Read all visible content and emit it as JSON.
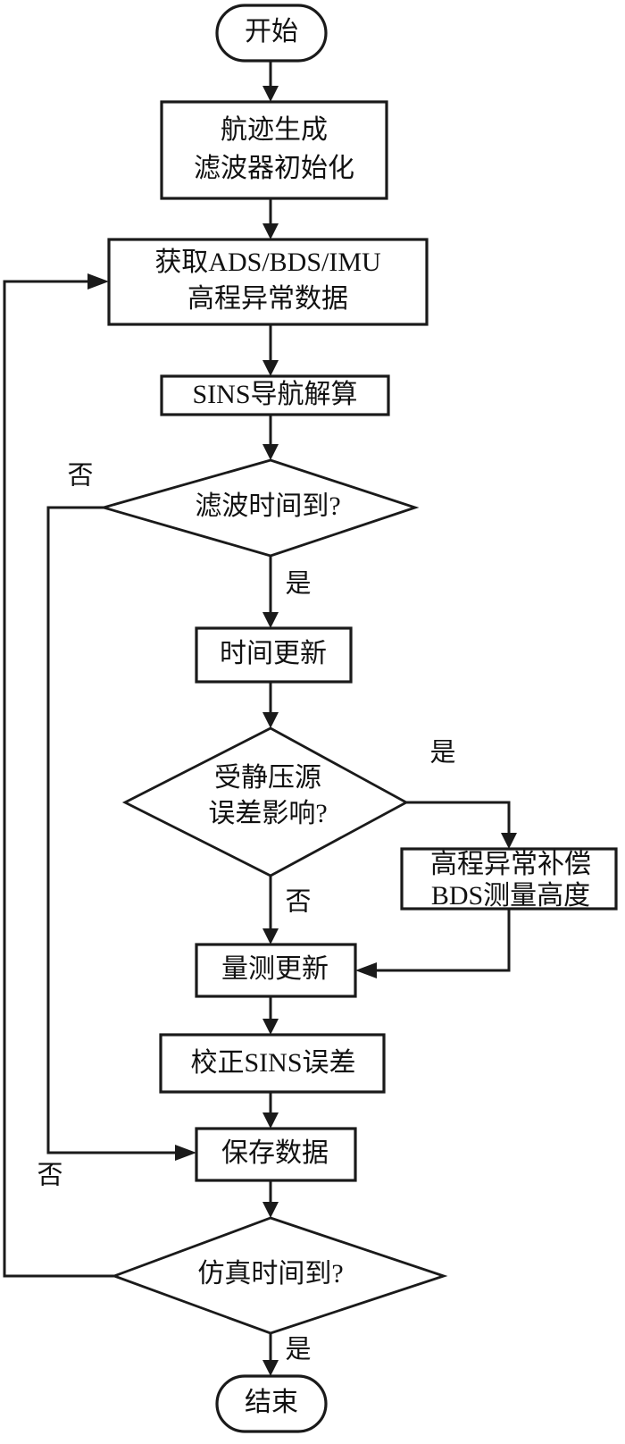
{
  "diagram": {
    "type": "flowchart",
    "orientation": "top-to-bottom",
    "language": "zh-CN",
    "colors": {
      "background": "#ffffff",
      "stroke": "#1a1a1a",
      "text": "#111111",
      "fill": "#ffffff"
    },
    "nodes": [
      {
        "id": "start",
        "shape": "terminator",
        "label": "开始"
      },
      {
        "id": "init",
        "shape": "process",
        "label_line1": "航迹生成",
        "label_line2": "滤波器初始化"
      },
      {
        "id": "acquire",
        "shape": "process",
        "label_line1": "获取ADS/BDS/IMU",
        "label_line2": "高程异常数据"
      },
      {
        "id": "sins",
        "shape": "process",
        "label": "SINS导航解算"
      },
      {
        "id": "filter_time",
        "shape": "decision",
        "label": "滤波时间到?"
      },
      {
        "id": "time_update",
        "shape": "process",
        "label": "时间更新"
      },
      {
        "id": "static_err",
        "shape": "decision",
        "label_line1": "受静压源",
        "label_line2": "误差影响?"
      },
      {
        "id": "compensate",
        "shape": "process",
        "label_line1": "高程异常补偿",
        "label_line2": "BDS测量高度"
      },
      {
        "id": "meas_update",
        "shape": "process",
        "label": "量测更新"
      },
      {
        "id": "correct",
        "shape": "process",
        "label": "校正SINS误差"
      },
      {
        "id": "save",
        "shape": "process",
        "label": "保存数据"
      },
      {
        "id": "sim_time",
        "shape": "decision",
        "label": "仿真时间到?"
      },
      {
        "id": "end",
        "shape": "terminator",
        "label": "结束"
      }
    ],
    "edge_labels": {
      "filter_time_no": "否",
      "filter_time_yes": "是",
      "static_err_yes": "是",
      "static_err_no": "否",
      "sim_time_no": "否",
      "sim_time_yes": "是"
    },
    "edges": [
      {
        "from": "start",
        "to": "init",
        "label": ""
      },
      {
        "from": "init",
        "to": "acquire",
        "label": ""
      },
      {
        "from": "acquire",
        "to": "sins",
        "label": ""
      },
      {
        "from": "sins",
        "to": "filter_time",
        "label": ""
      },
      {
        "from": "filter_time",
        "to": "save",
        "label": "否"
      },
      {
        "from": "filter_time",
        "to": "time_update",
        "label": "是"
      },
      {
        "from": "time_update",
        "to": "static_err",
        "label": ""
      },
      {
        "from": "static_err",
        "to": "compensate",
        "label": "是"
      },
      {
        "from": "static_err",
        "to": "meas_update",
        "label": "否"
      },
      {
        "from": "compensate",
        "to": "meas_update",
        "label": ""
      },
      {
        "from": "meas_update",
        "to": "correct",
        "label": ""
      },
      {
        "from": "correct",
        "to": "save",
        "label": ""
      },
      {
        "from": "save",
        "to": "sim_time",
        "label": ""
      },
      {
        "from": "sim_time",
        "to": "acquire",
        "label": "否"
      },
      {
        "from": "sim_time",
        "to": "end",
        "label": "是"
      }
    ]
  }
}
